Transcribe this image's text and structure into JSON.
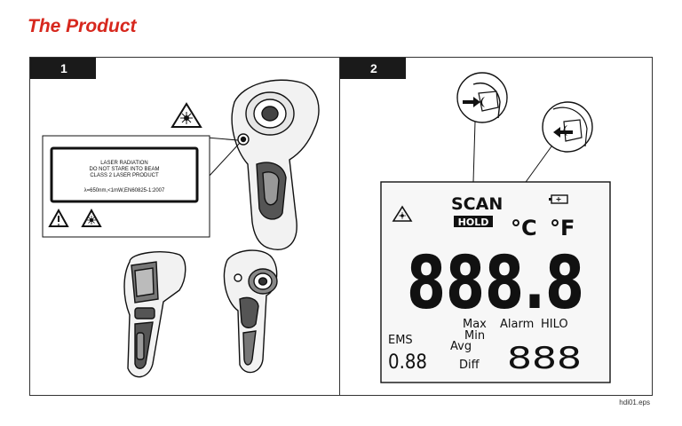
{
  "title": "The Product",
  "panels": [
    {
      "number": "1",
      "laser_label": {
        "line1": "LASER RADIATION",
        "line2": "DO NOT STARE INTO BEAM",
        "line3": "CLASS 2 LASER PRODUCT",
        "line4": "λ=650nm,<1mW,EN60825-1:2007"
      }
    },
    {
      "number": "2",
      "display": {
        "scan": "SCAN",
        "hold": "HOLD",
        "celsius": "°C",
        "fahrenheit": "°F",
        "main_digits": "888.8",
        "max": "Max",
        "alarm": "Alarm",
        "hilo": "HILO",
        "min": "Min",
        "ems": "EMS",
        "avg": "Avg",
        "emissivity_digits": "0.88",
        "diff": "Diff",
        "secondary_digits": "888"
      }
    }
  ],
  "figure_ref": "hdi01.eps"
}
